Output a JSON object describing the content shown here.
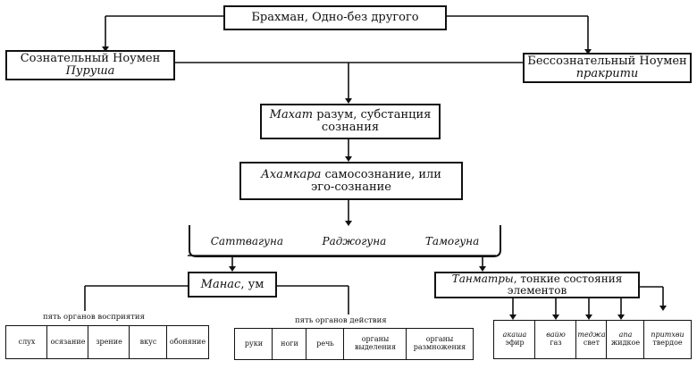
{
  "brahman": "Брахман, Одно-без другого",
  "purusha": {
    "line1": "Сознательный Ноумен",
    "line2": "Пуруша"
  },
  "prakriti": {
    "line1": "Бессознательный Ноумен",
    "line2": "пракрити"
  },
  "mahat": {
    "term": "Махат",
    "rest": " разум, субстанция",
    "line2": "сознания"
  },
  "ahamkara": {
    "term": "Ахамкара",
    "rest": " самосознание, или",
    "line2": "эго-сознание"
  },
  "gunas": [
    "Саттвагуна",
    "Раджогуна",
    "Тамогуна"
  ],
  "manas": {
    "term": "Манас",
    "rest": ", ум"
  },
  "tanmatras": {
    "term": "Танматры",
    "rest": ", тонкие состояния",
    "line2": "элементов"
  },
  "perception": {
    "caption": "пять органов восприятия",
    "items": [
      "слух",
      "осязание",
      "зрение",
      "вкус",
      "обоняние"
    ]
  },
  "action": {
    "caption": "пять органов действия",
    "items": [
      "руки",
      "ноги",
      "речь",
      "органы выделения",
      "органы размножения"
    ]
  },
  "elements": [
    {
      "term": "акаша",
      "name": "эфир"
    },
    {
      "term": "вайю",
      "name": "газ"
    },
    {
      "term": "теджа",
      "name": "свет"
    },
    {
      "term": "апа",
      "name": "жидкое"
    },
    {
      "term": "притхви",
      "name": "твердое"
    }
  ]
}
